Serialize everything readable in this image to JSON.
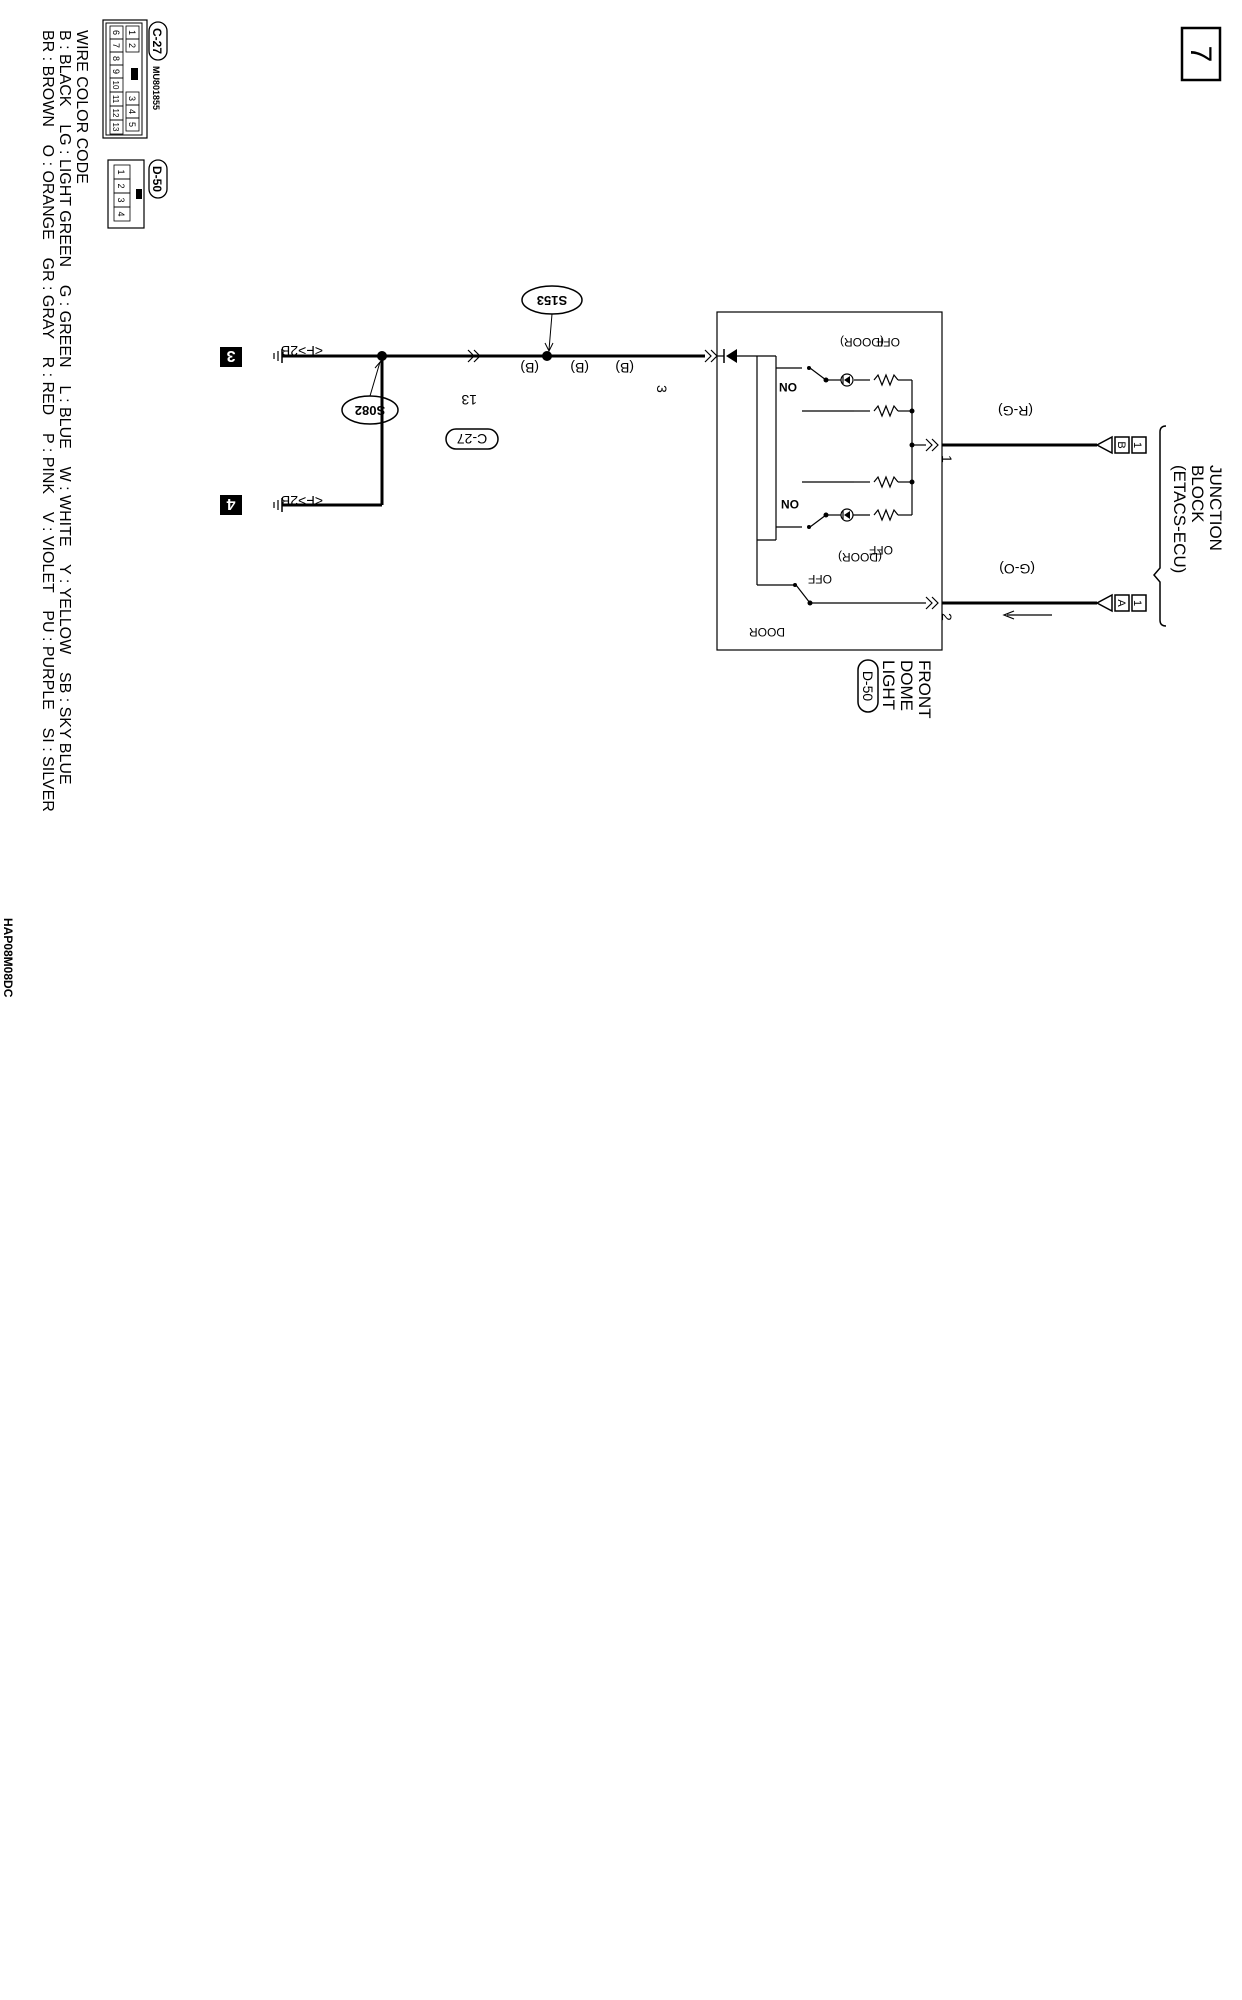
{
  "page": {
    "number": "7",
    "code": "HAP08M08DC"
  },
  "junction_block": {
    "title_line1": "JUNCTION",
    "title_line2": "BLOCK",
    "title_line3": "(ETACS-ECU)",
    "connector_ids": [
      "B",
      "A"
    ],
    "terminal_label": "1"
  },
  "dome_light": {
    "title_line1": "FRONT",
    "title_line2": "DOME",
    "title_line3": "LIGHT",
    "connector": "D-50",
    "pin1": "1",
    "pin2": "2",
    "pin3": "3",
    "switch_left": {
      "off": "OFF",
      "door": "(DOOR)",
      "on": "ON"
    },
    "switch_right": {
      "off": "OFF",
      "door": "(DOOR)",
      "on": "ON"
    },
    "door_switch": {
      "off": "OFF",
      "door": "DOOR"
    }
  },
  "wires": {
    "rg": "(R-G)",
    "go": "(G-O)",
    "b1": "(B)",
    "b2": "(B)",
    "b3": "(B)"
  },
  "splices": {
    "s153": "S153",
    "s082": "S082"
  },
  "connector_c27": {
    "pin": "13",
    "id": "C-27"
  },
  "grounds": {
    "g3": {
      "label": "<F>2B",
      "number": "3"
    },
    "g4": {
      "label": "<F>2B",
      "number": "4"
    }
  },
  "legend": {
    "c27_label": "C-27",
    "c27_part": "MU801855",
    "c27_pins_top": [
      "1",
      "2",
      "",
      "3",
      "4",
      "5"
    ],
    "c27_pins_bottom": [
      "6",
      "7",
      "8",
      "9",
      "10",
      "11",
      "12",
      "13"
    ],
    "d50_label": "D-50",
    "d50_pins": [
      "1",
      "2",
      "3",
      "4"
    ]
  },
  "wire_color_code": {
    "title": "WIRE COLOR CODE",
    "line1": "B : BLACK    LG : LIGHT GREEN    G : GREEN    L : BLUE    W : WHITE    Y : YELLOW    SB : SKY BLUE",
    "line2": "BR : BROWN    O : ORANGE    GR : GRAY    R : RED    P : PINK    V : VIOLET    PU : PURPLE    SI : SILVER"
  }
}
